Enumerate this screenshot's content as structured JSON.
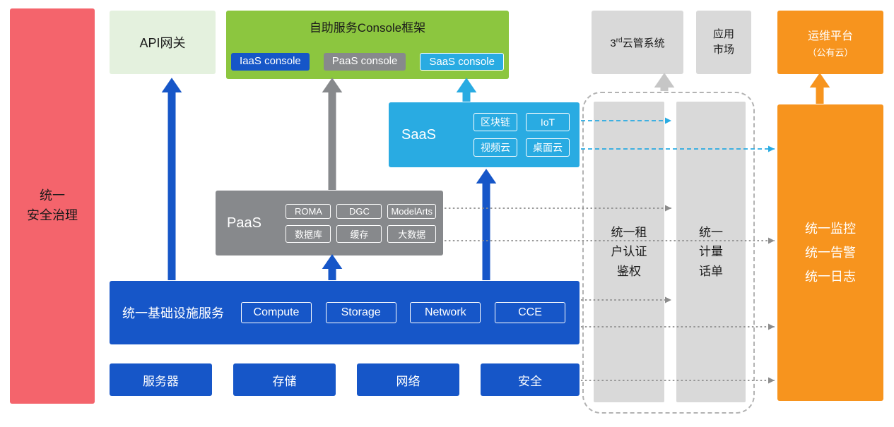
{
  "colors": {
    "red": "#F4646C",
    "pale_green": "#E4F1DE",
    "green": "#8CC63F",
    "blue": "#1656C8",
    "cyan": "#29ABE2",
    "gray": "#87898C",
    "light_gray": "#D9D9D9",
    "silver": "#C6C6C6",
    "orange": "#F7941E",
    "line_gray": "#8C8C8C",
    "dash_border": "#B3B3B3",
    "ink": "#1A1A1A"
  },
  "security_bar": {
    "label": "统一\n安全治理"
  },
  "api_gateway": {
    "label": "API网关"
  },
  "console": {
    "title": "自助服务Console框架",
    "badges": [
      {
        "label": "IaaS console"
      },
      {
        "label": "PaaS console"
      },
      {
        "label": "SaaS console"
      }
    ]
  },
  "third_party_cms": {
    "prefix": "3",
    "sup": "rd",
    "suffix": "云管系统"
  },
  "app_market": {
    "label": "应用\n市场"
  },
  "om_platform": {
    "line1": "运维平台",
    "line2": "（公有云）"
  },
  "saas": {
    "label": "SaaS",
    "chips": [
      "区块链",
      "IoT",
      "视频云",
      "桌面云"
    ]
  },
  "paas": {
    "label": "PaaS",
    "chips": [
      "ROMA",
      "DGC",
      "ModelArts",
      "数据库",
      "缓存",
      "大数据"
    ]
  },
  "infrastructure": {
    "label": "统一基础设施服务",
    "chips": [
      "Compute",
      "Storage",
      "Network",
      "CCE"
    ]
  },
  "resources": [
    "服务器",
    "存储",
    "网络",
    "安全"
  ],
  "tenant_auth": {
    "label": "统一租\n户认证\n鉴权"
  },
  "metering": {
    "label": "统一\n计量\n话单"
  },
  "monitoring": {
    "label": "统一监控\n统一告警\n统一日志"
  }
}
